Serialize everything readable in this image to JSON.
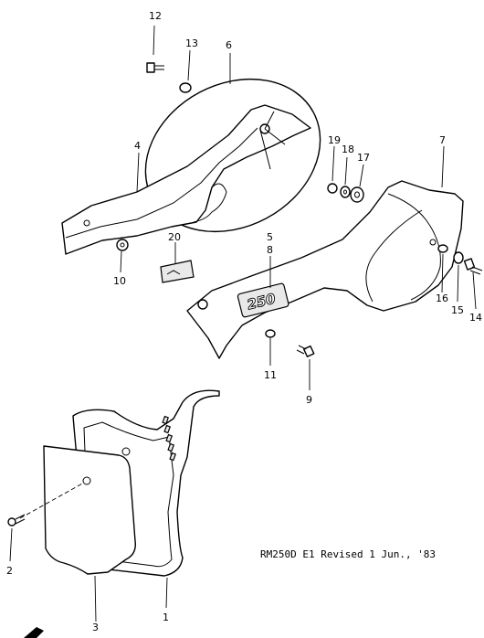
{
  "diagram": {
    "caption": "RM250D E1 Revised 1 Jun., '83",
    "decal_text": "250",
    "callouts": [
      "1",
      "2",
      "3",
      "4",
      "5",
      "6",
      "7",
      "8",
      "9",
      "10",
      "11",
      "12",
      "13",
      "14",
      "15",
      "16",
      "17",
      "18",
      "19",
      "20"
    ]
  }
}
